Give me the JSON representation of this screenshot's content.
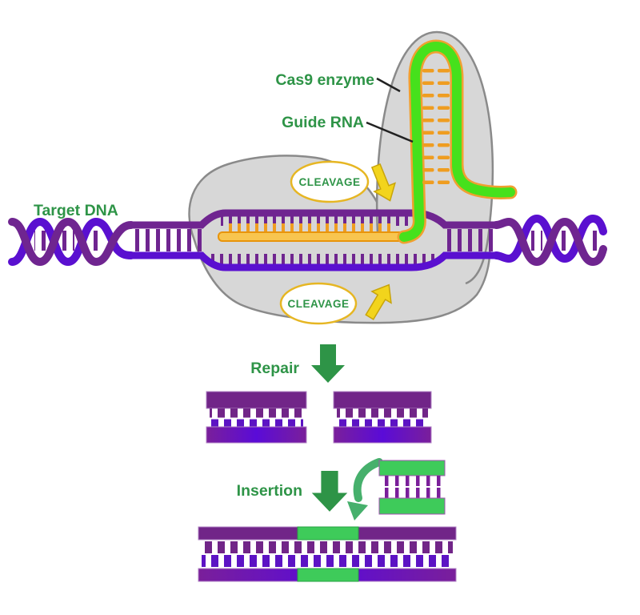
{
  "diagram": {
    "subject": "CRISPR-Cas9 gene editing mechanism",
    "labels": {
      "cas9_enzyme": "Cas9 enzyme",
      "guide_rna": "Guide RNA",
      "cleavage_top": "CLEAVAGE",
      "cleavage_bottom": "CLEAVAGE",
      "target_dna": "Target DNA",
      "repair": "Repair",
      "insertion": "Insertion"
    },
    "colors": {
      "label_green": "#2e9447",
      "dna_purple_dark": "#6f2590",
      "dna_violet": "#5a10d0",
      "rna_green": "#46e11c",
      "rna_outline_orange": "#f0a030",
      "hybrid_strand_orange": "#f8c54f",
      "tick_orange": "#ef9d20",
      "enzyme_blob_gray": "#d7d7d7",
      "enzyme_outline_gray": "#8a8a8a",
      "cleavage_arrow_yellow": "#f2d41c",
      "cleavage_oval_border_gold": "#e6b623",
      "insert_green": "#3ecb5a",
      "flow_arrow_green": "#2e9447",
      "curved_arrow_green": "#46b06c"
    },
    "icons": [
      "cleavage-arrow-down-icon",
      "cleavage-arrow-up-icon",
      "repair-arrow-icon",
      "insertion-arrow-icon",
      "curved-insert-arrow-icon"
    ]
  }
}
